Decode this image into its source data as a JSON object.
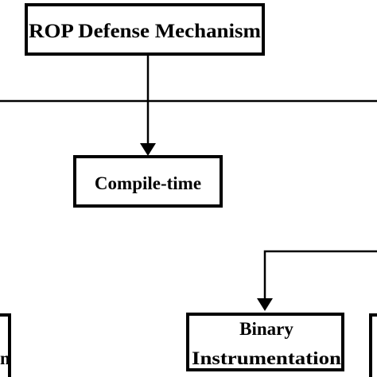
{
  "nodes": {
    "root": {
      "label": "ROP Defense Mechanism"
    },
    "compile_time": {
      "label": "Compile-time"
    },
    "binary_instrumentation": {
      "line1": "Binary",
      "line2": "Instrumentation"
    },
    "left_partial": {
      "label": "n"
    }
  },
  "colors": {
    "stroke": "#000000",
    "fill": "#ffffff",
    "text": "#000000"
  }
}
